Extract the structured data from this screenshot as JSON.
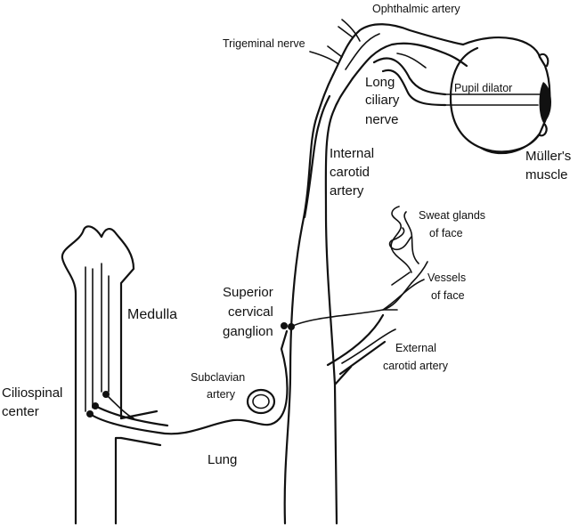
{
  "labels": {
    "ophthalmic_artery": "Ophthalmic artery",
    "trigeminal_nerve": "Trigeminal nerve",
    "long_ciliary_nerve": [
      "Long",
      "ciliary",
      "nerve"
    ],
    "pupil_dilator": "Pupil dilator",
    "mullers_muscle": [
      "Müller's",
      "muscle"
    ],
    "internal_carotid_artery": [
      "Internal",
      "carotid",
      "artery"
    ],
    "sweat_glands_of_face": [
      "Sweat glands",
      "of face"
    ],
    "vessels_of_face": [
      "Vessels",
      "of face"
    ],
    "superior_cervical_ganglion": [
      "Superior",
      "cervical",
      "ganglion"
    ],
    "external_carotid_artery": [
      "External",
      "carotid artery"
    ],
    "medulla": "Medulla",
    "ciliospinal_center": [
      "Ciliospinal",
      "center"
    ],
    "subclavian_artery": [
      "Subclavian",
      "artery"
    ],
    "lung": "Lung"
  }
}
